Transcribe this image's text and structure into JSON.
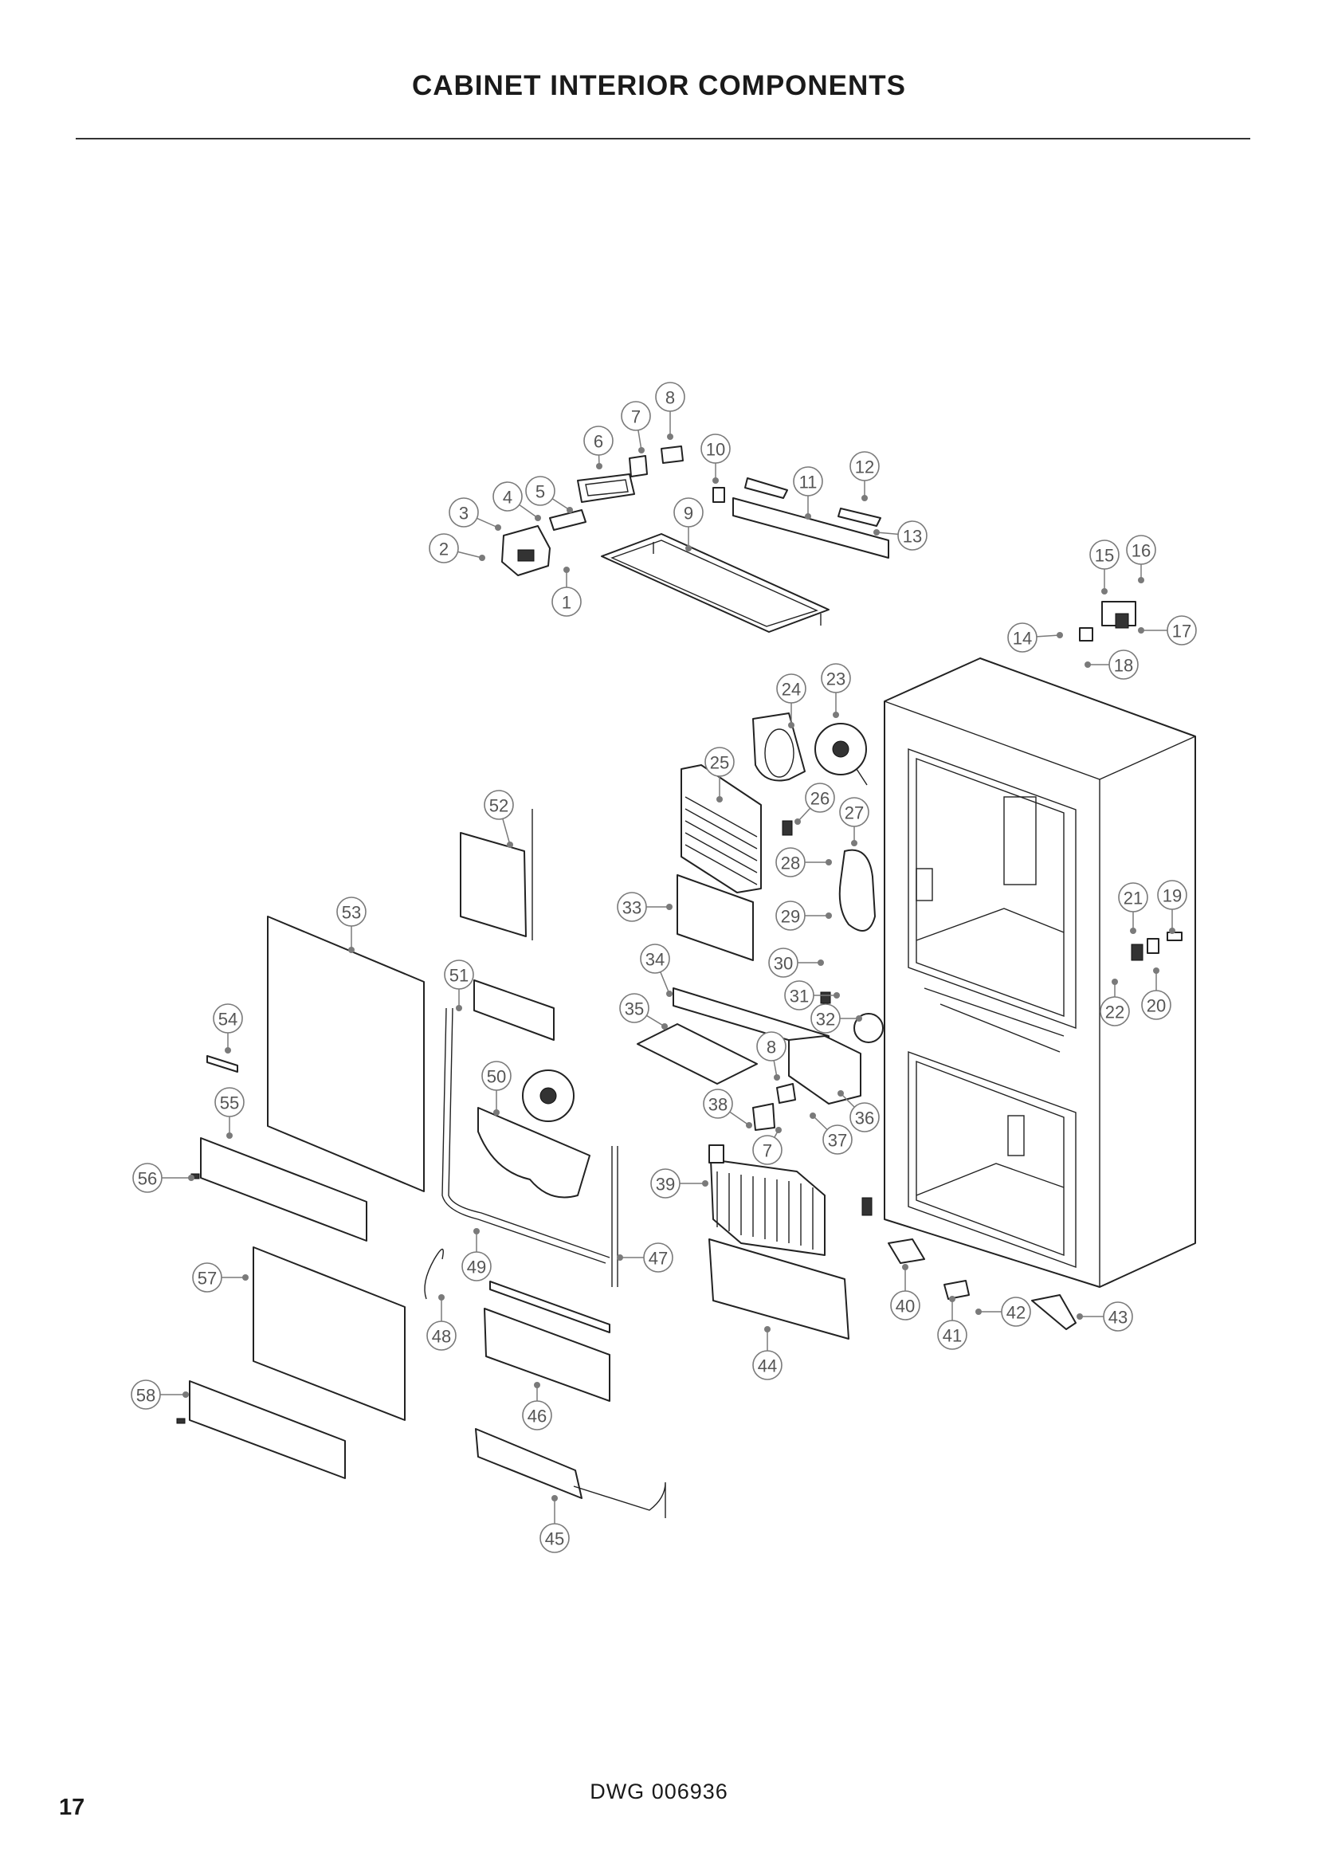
{
  "page": {
    "title": "CABINET INTERIOR COMPONENTS",
    "drawing_number": "DWG 006936",
    "page_number": "17"
  },
  "callouts": [
    "1",
    "2",
    "3",
    "4",
    "5",
    "6",
    "7",
    "8",
    "9",
    "10",
    "11",
    "12",
    "13",
    "14",
    "15",
    "16",
    "17",
    "18",
    "19",
    "20",
    "21",
    "22",
    "23",
    "24",
    "25",
    "26",
    "27",
    "28",
    "29",
    "30",
    "31",
    "32",
    "33",
    "34",
    "35",
    "36",
    "37",
    "38",
    "39",
    "40",
    "41",
    "42",
    "43",
    "44",
    "45",
    "46",
    "47",
    "48",
    "49",
    "50",
    "51",
    "52",
    "53",
    "54",
    "55",
    "56",
    "57",
    "58",
    "8",
    "7"
  ]
}
